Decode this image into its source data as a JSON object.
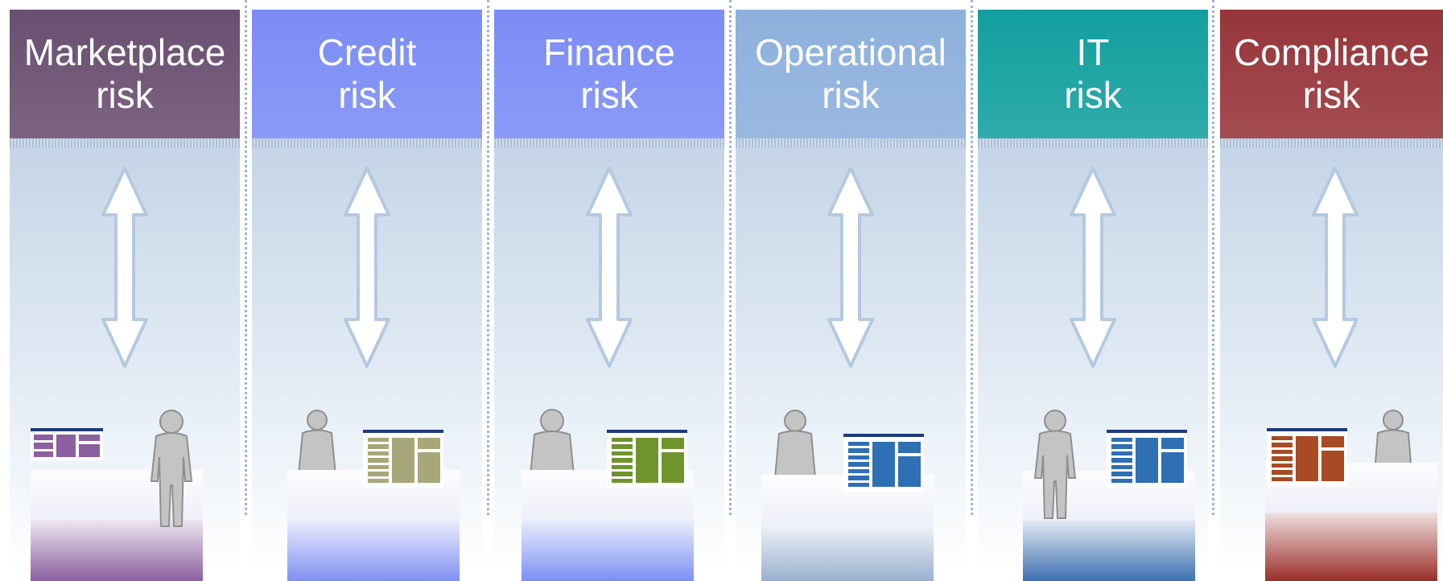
{
  "columns": [
    {
      "line1": "Marketplace",
      "line2": "risk",
      "color": "#6a4f70",
      "accent": "#8b5fa0"
    },
    {
      "line1": "Credit",
      "line2": "risk",
      "color": "#7b8cf5",
      "accent": "#8090f0"
    },
    {
      "line1": "Finance",
      "line2": "risk",
      "color": "#7b8cf5",
      "accent": "#7b90f3"
    },
    {
      "line1": "Operational",
      "line2": "risk",
      "color": "#8cb0dc",
      "accent": "#9ab0d0"
    },
    {
      "line1": "IT",
      "line2": "risk",
      "color": "#129f9e",
      "accent": "#3c6fb0"
    },
    {
      "line1": "Compliance",
      "line2": "risk",
      "color": "#96353a",
      "accent": "#9a2e28"
    }
  ],
  "colors": {
    "arrow_fill": "#ffffff",
    "arrow_stroke": "#b4c9df",
    "divider": "#9bb5d3",
    "person": "#c4c4c4",
    "screens": [
      "#8b5fa0",
      "#a8a77a",
      "#6f942e",
      "#2f6fb3",
      "#2f6fb3",
      "#a84a24"
    ]
  },
  "icons": [
    "bidirectional-arrow-icon",
    "person-icon",
    "computer-screen-icon",
    "desk-icon"
  ]
}
